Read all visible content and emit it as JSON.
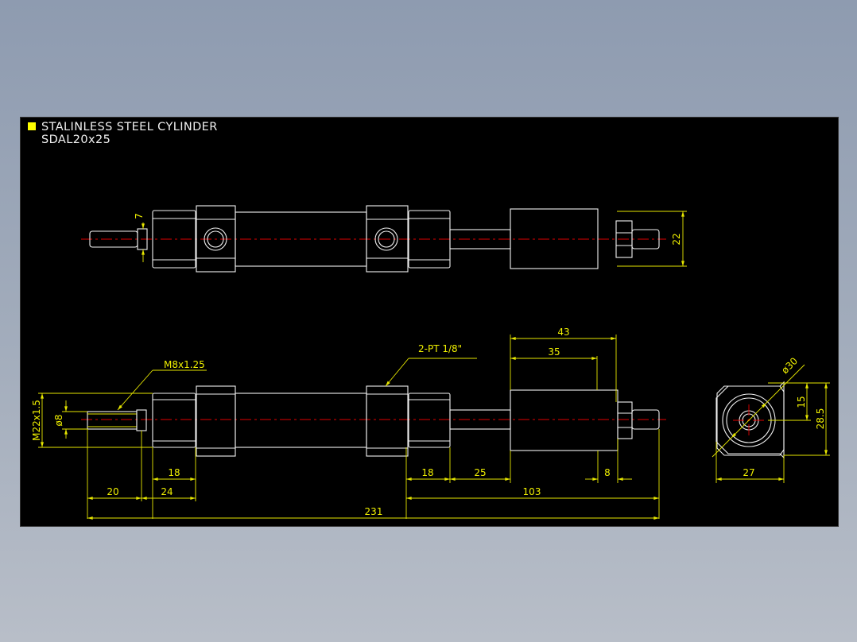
{
  "title": {
    "line1": "STALINLESS STEEL CYLINDER",
    "line2": "SDAL20x25"
  },
  "colors": {
    "background": "#000000",
    "outline": "#f2f2f2",
    "dimension": "#e6e600",
    "centerline": "#e00000",
    "title_marker": "#ffff00"
  },
  "top_view": {
    "dims": {
      "d7": "7",
      "d22": "22"
    }
  },
  "side_view": {
    "labels": {
      "thread": "M8x1.25",
      "port": "2-PT 1/8\"",
      "mount_thread": "M22x1.5",
      "rod_dia": "ø8"
    },
    "dims": {
      "d43": "43",
      "d35": "35",
      "d18a": "18",
      "d18b": "18",
      "d25": "25",
      "d8": "8",
      "d20": "20",
      "d24": "24",
      "d103": "103",
      "d231": "231"
    }
  },
  "end_view": {
    "dims": {
      "dia30": "ø30",
      "d15": "15",
      "d28_5": "28.5",
      "d27": "27"
    }
  }
}
